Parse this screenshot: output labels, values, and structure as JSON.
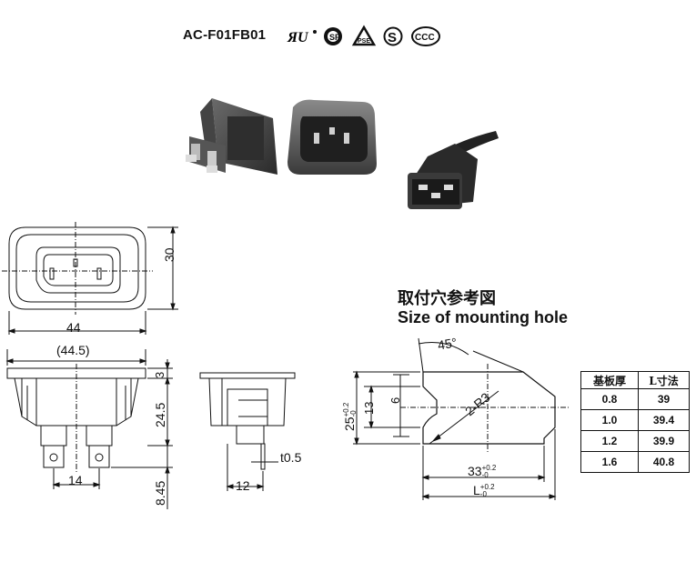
{
  "header": {
    "model": "AC-F01FB01",
    "certifications": [
      {
        "name": "ul-recognized-mark",
        "text": "R"
      },
      {
        "name": "csa-mark",
        "text": "SP"
      },
      {
        "name": "pse-mark",
        "text": "PSE"
      },
      {
        "name": "s-mark",
        "text": "S"
      },
      {
        "name": "ccc-mark",
        "text": "CCC"
      }
    ]
  },
  "front_view": {
    "width": "44",
    "height": "30"
  },
  "side_view": {
    "overall": "(44.5)",
    "flange": "3",
    "body": "24.5",
    "terminal": "8.45",
    "pitch": "14"
  },
  "end_view": {
    "thickness": "t0.5",
    "width": "12"
  },
  "mounting_hole": {
    "title_cn": "取付穴参考図",
    "title_en": "Size of mounting hole",
    "angle": "45°",
    "radius": "2-R3",
    "inner": "6",
    "height_mid": "13",
    "height": "25",
    "height_tol_plus": "+0.2",
    "height_tol_minus": "-0",
    "width": "33",
    "width_tol_plus": "+0.2",
    "width_tol_minus": "-0",
    "length": "L",
    "length_tol_plus": "+0.2",
    "length_tol_minus": "-0"
  },
  "thickness_table": {
    "headers": [
      "基板厚",
      "L寸法"
    ],
    "rows": [
      [
        "0.8",
        "39"
      ],
      [
        "1.0",
        "39.4"
      ],
      [
        "1.2",
        "39.9"
      ],
      [
        "1.6",
        "40.8"
      ]
    ]
  }
}
